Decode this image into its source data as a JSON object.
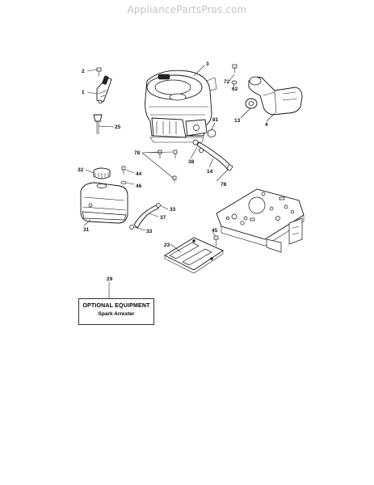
{
  "watermark": "AppliancePartsPros.com",
  "callouts": {
    "c2": "2",
    "c1": "1",
    "c25": "25",
    "c3": "3",
    "c72": "72",
    "c62": "62",
    "c13": "13",
    "c4": "4",
    "c81": "81",
    "c78a": "78",
    "c78b": "78",
    "c38": "38",
    "c14": "14",
    "c32": "32",
    "c44": "44",
    "c46": "46",
    "c31": "31",
    "c33a": "33",
    "c37": "37",
    "c33b": "33",
    "c45": "45",
    "c23": "23",
    "c29": "29"
  },
  "optional": {
    "title": "OPTIONAL EQUIPMENT",
    "subtitle": "Spark Arrester"
  }
}
